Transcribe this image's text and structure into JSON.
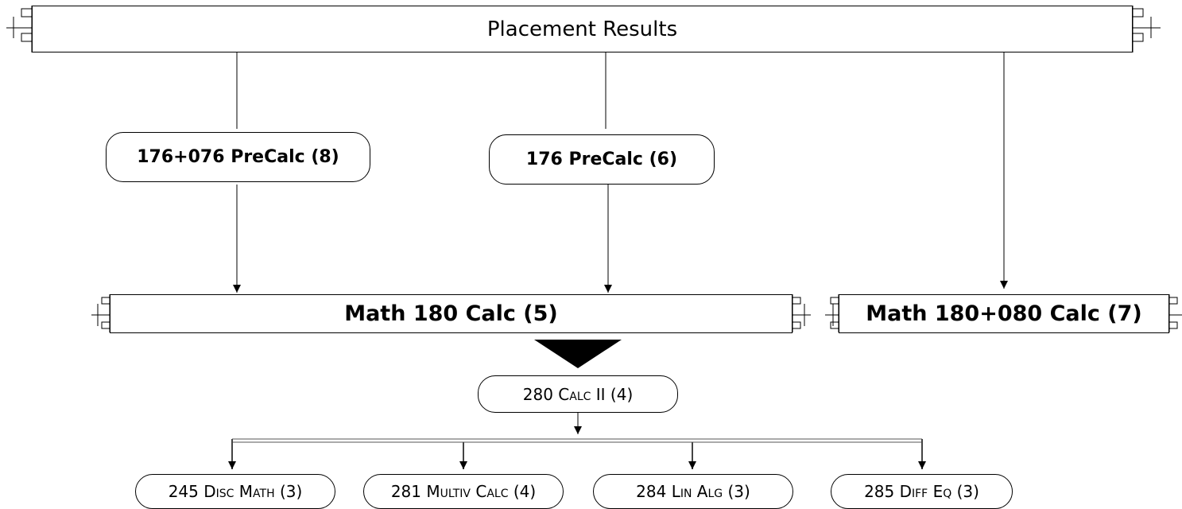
{
  "title": "Placement Results",
  "nodes": {
    "precalc_combo": "176+076 PreCalc (8)",
    "precalc": "176 PreCalc (6)",
    "math180": "Math 180 Calc (5)",
    "math180_combo": "Math 180+080 Calc (7)",
    "calc2": "280 Calc II (4)",
    "disc_math": "245 Disc Math (3)",
    "multiv_calc": "281 Multiv Calc (4)",
    "lin_alg": "284 Lin Alg (3)",
    "diff_eq": "285 Diff Eq (3)"
  },
  "colors": {
    "stroke": "#000000",
    "background": "#ffffff",
    "connector_gray": "#555555"
  }
}
